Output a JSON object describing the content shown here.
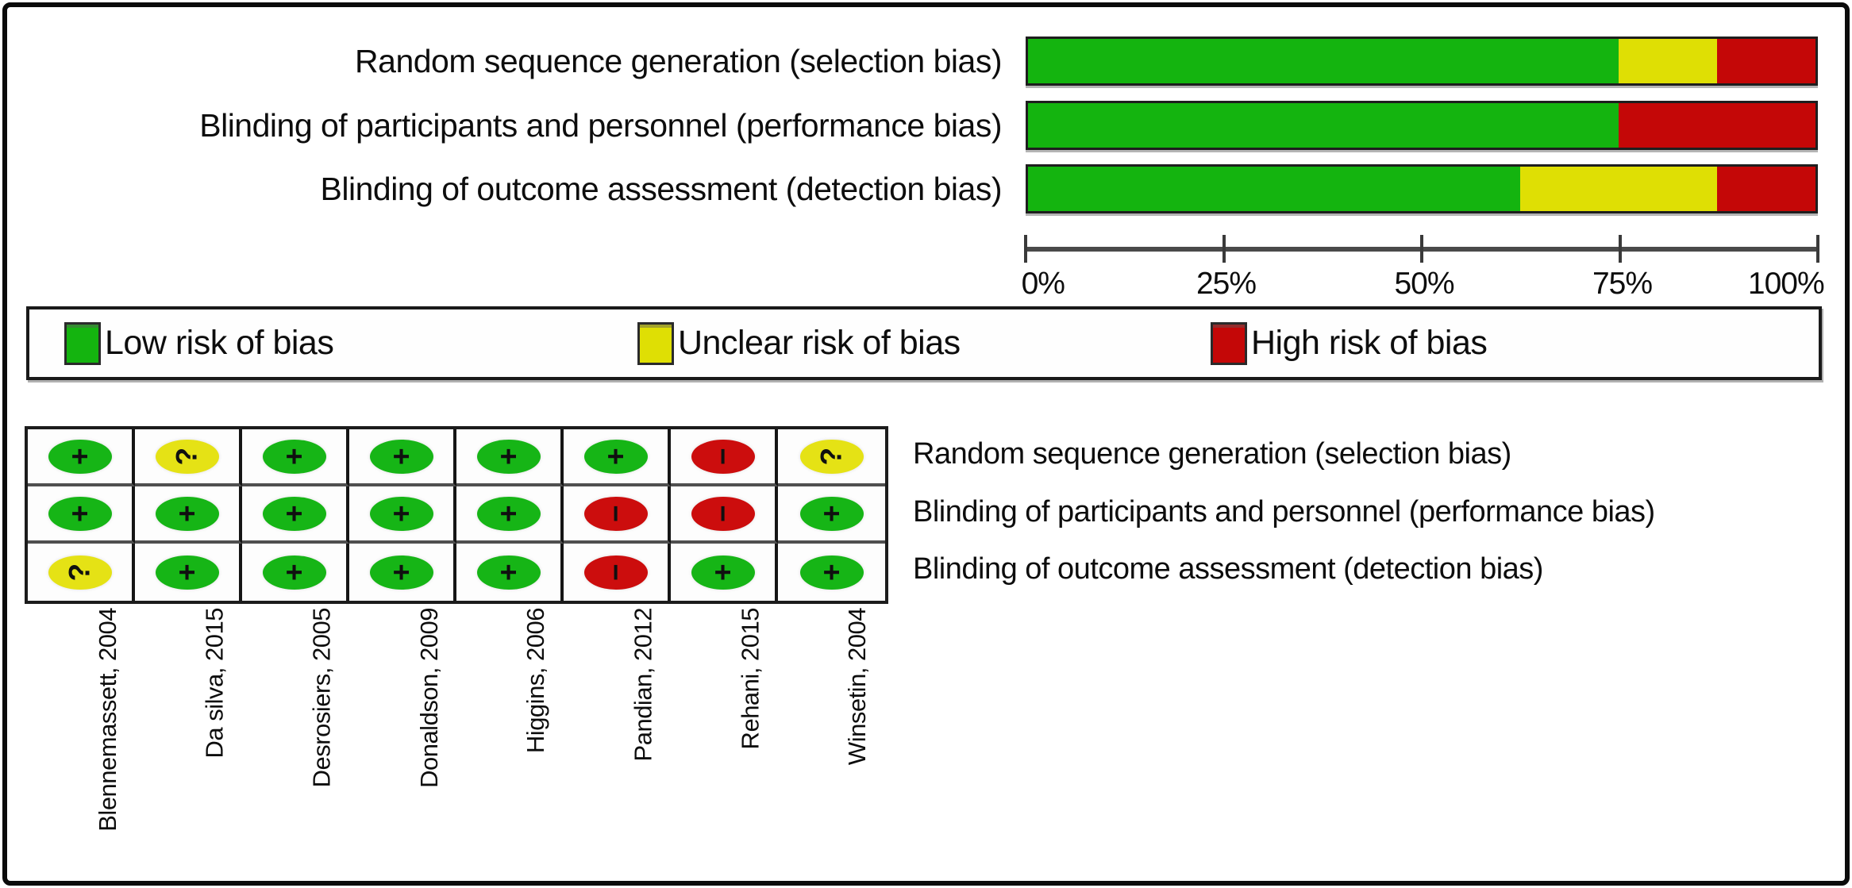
{
  "chart_data": {
    "type": "bar",
    "orientation": "horizontal_stacked",
    "title": "",
    "categories": [
      "Random sequence generation (selection bias)",
      "Blinding of participants and personnel (performance bias)",
      "Blinding of outcome assessment (detection bias)"
    ],
    "series": [
      {
        "name": "Low risk of bias",
        "color": "#14b40f",
        "values": [
          75,
          75,
          62.5
        ]
      },
      {
        "name": "Unclear risk of bias",
        "color": "#dfdf04",
        "values": [
          12.5,
          0,
          25
        ]
      },
      {
        "name": "High risk of bias",
        "color": "#c40707",
        "values": [
          12.5,
          25,
          12.5
        ]
      }
    ],
    "x_ticks": [
      "0%",
      "25%",
      "50%",
      "75%",
      "100%"
    ],
    "xlim": [
      0,
      100
    ],
    "grid": false,
    "legend_position": "below-chart"
  },
  "legend": {
    "items": [
      {
        "label": "Low risk of bias",
        "color": "#14b40f"
      },
      {
        "label": "Unclear risk of bias",
        "color": "#dfdf04"
      },
      {
        "label": "High risk of bias",
        "color": "#c40707"
      }
    ]
  },
  "summary_table": {
    "studies": [
      "Blennemassett, 2004",
      "Da silva, 2015",
      "Desrosiers, 2005",
      "Donaldson, 2009",
      "Higgins, 2006",
      "Pandian, 2012",
      "Rehani, 2015",
      "Winsetin, 2004"
    ],
    "criteria": [
      "Random sequence generation (selection bias)",
      "Blinding of participants and personnel (performance bias)",
      "Blinding of outcome assessment (detection bias)"
    ],
    "judgements": [
      [
        "low",
        "unclear",
        "low",
        "low",
        "low",
        "low",
        "high",
        "unclear"
      ],
      [
        "low",
        "low",
        "low",
        "low",
        "low",
        "high",
        "high",
        "low"
      ],
      [
        "unclear",
        "low",
        "low",
        "low",
        "low",
        "high",
        "low",
        "low"
      ]
    ],
    "symbols": {
      "low": "+",
      "unclear": "?",
      "high": "−"
    },
    "colors": {
      "low": "#16b516",
      "unclear": "#e5e215",
      "high": "#cc0d0d"
    }
  }
}
